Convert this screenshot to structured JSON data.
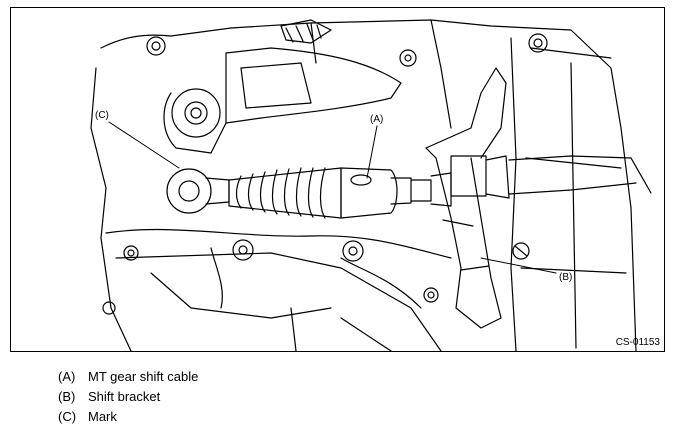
{
  "figure": {
    "callouts": {
      "a": "(A)",
      "b": "(B)",
      "c": "(C)"
    },
    "figure_id": "CS-01153"
  },
  "legend": [
    {
      "key": "(A)",
      "text": "MT gear shift cable"
    },
    {
      "key": "(B)",
      "text": "Shift bracket"
    },
    {
      "key": "(C)",
      "text": "Mark"
    }
  ]
}
